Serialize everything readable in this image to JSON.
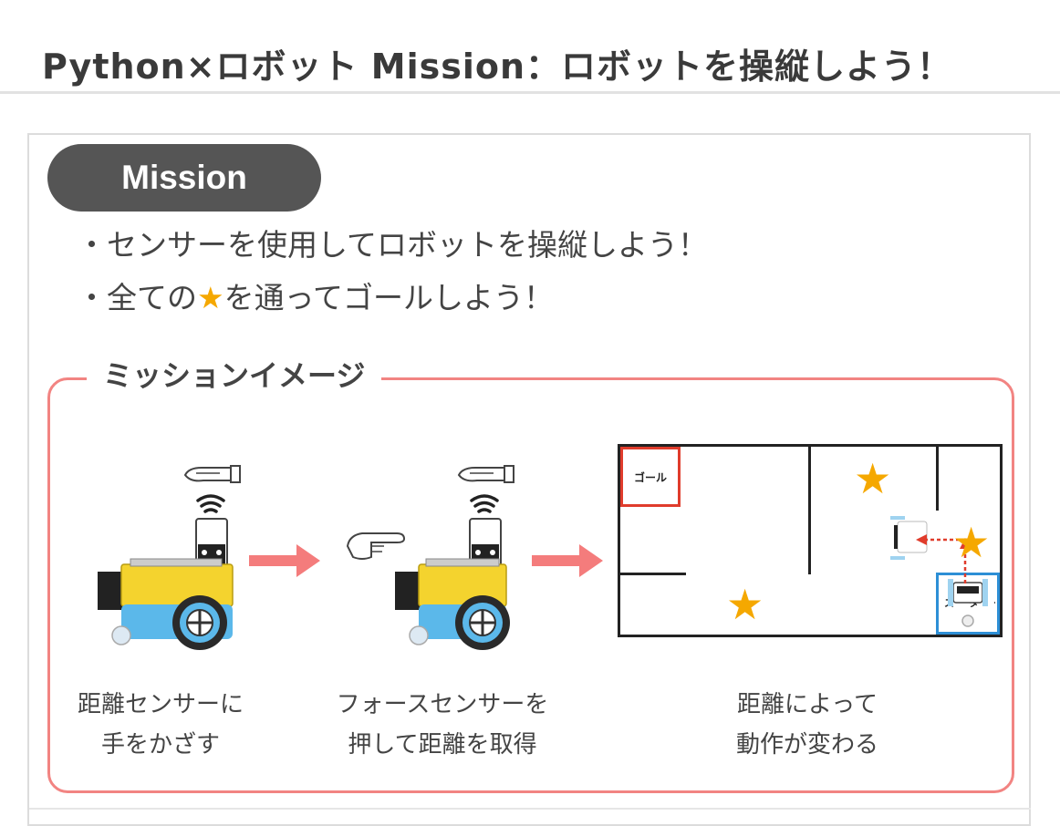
{
  "page": {
    "title": "Python×ロボット Mission：ロボットを操縦しよう！"
  },
  "mission": {
    "label": "Mission",
    "items": [
      {
        "before": "・センサーを使用してロボットを操縦しよう！",
        "star": "",
        "after": ""
      },
      {
        "before": "・全ての",
        "star": "★",
        "after": "を通ってゴールしよう！"
      }
    ]
  },
  "image_section": {
    "label": "ミッションイメージ",
    "steps": [
      {
        "line1": "距離センサーに",
        "line2": "手をかざす"
      },
      {
        "line1": "フォースセンサーを",
        "line2": "押して距離を取得"
      },
      {
        "line1": "距離によって",
        "line2": "動作が変わる"
      }
    ],
    "map": {
      "goal_label": "ゴール",
      "start_label": "スタート"
    }
  },
  "colors": {
    "accent_border": "#f28482",
    "arrow": "#f47c7c",
    "star": "#f5a800",
    "goal": "#e03c2c",
    "start": "#2d8fd6",
    "robot_yellow": "#f4d32e",
    "robot_blue": "#5bb8ea"
  },
  "icons": [
    "hand-icon",
    "wifi-signal-icon",
    "robot-icon",
    "finger-press-icon",
    "arrow-right-icon",
    "star-icon",
    "robot-topview-icon"
  ]
}
